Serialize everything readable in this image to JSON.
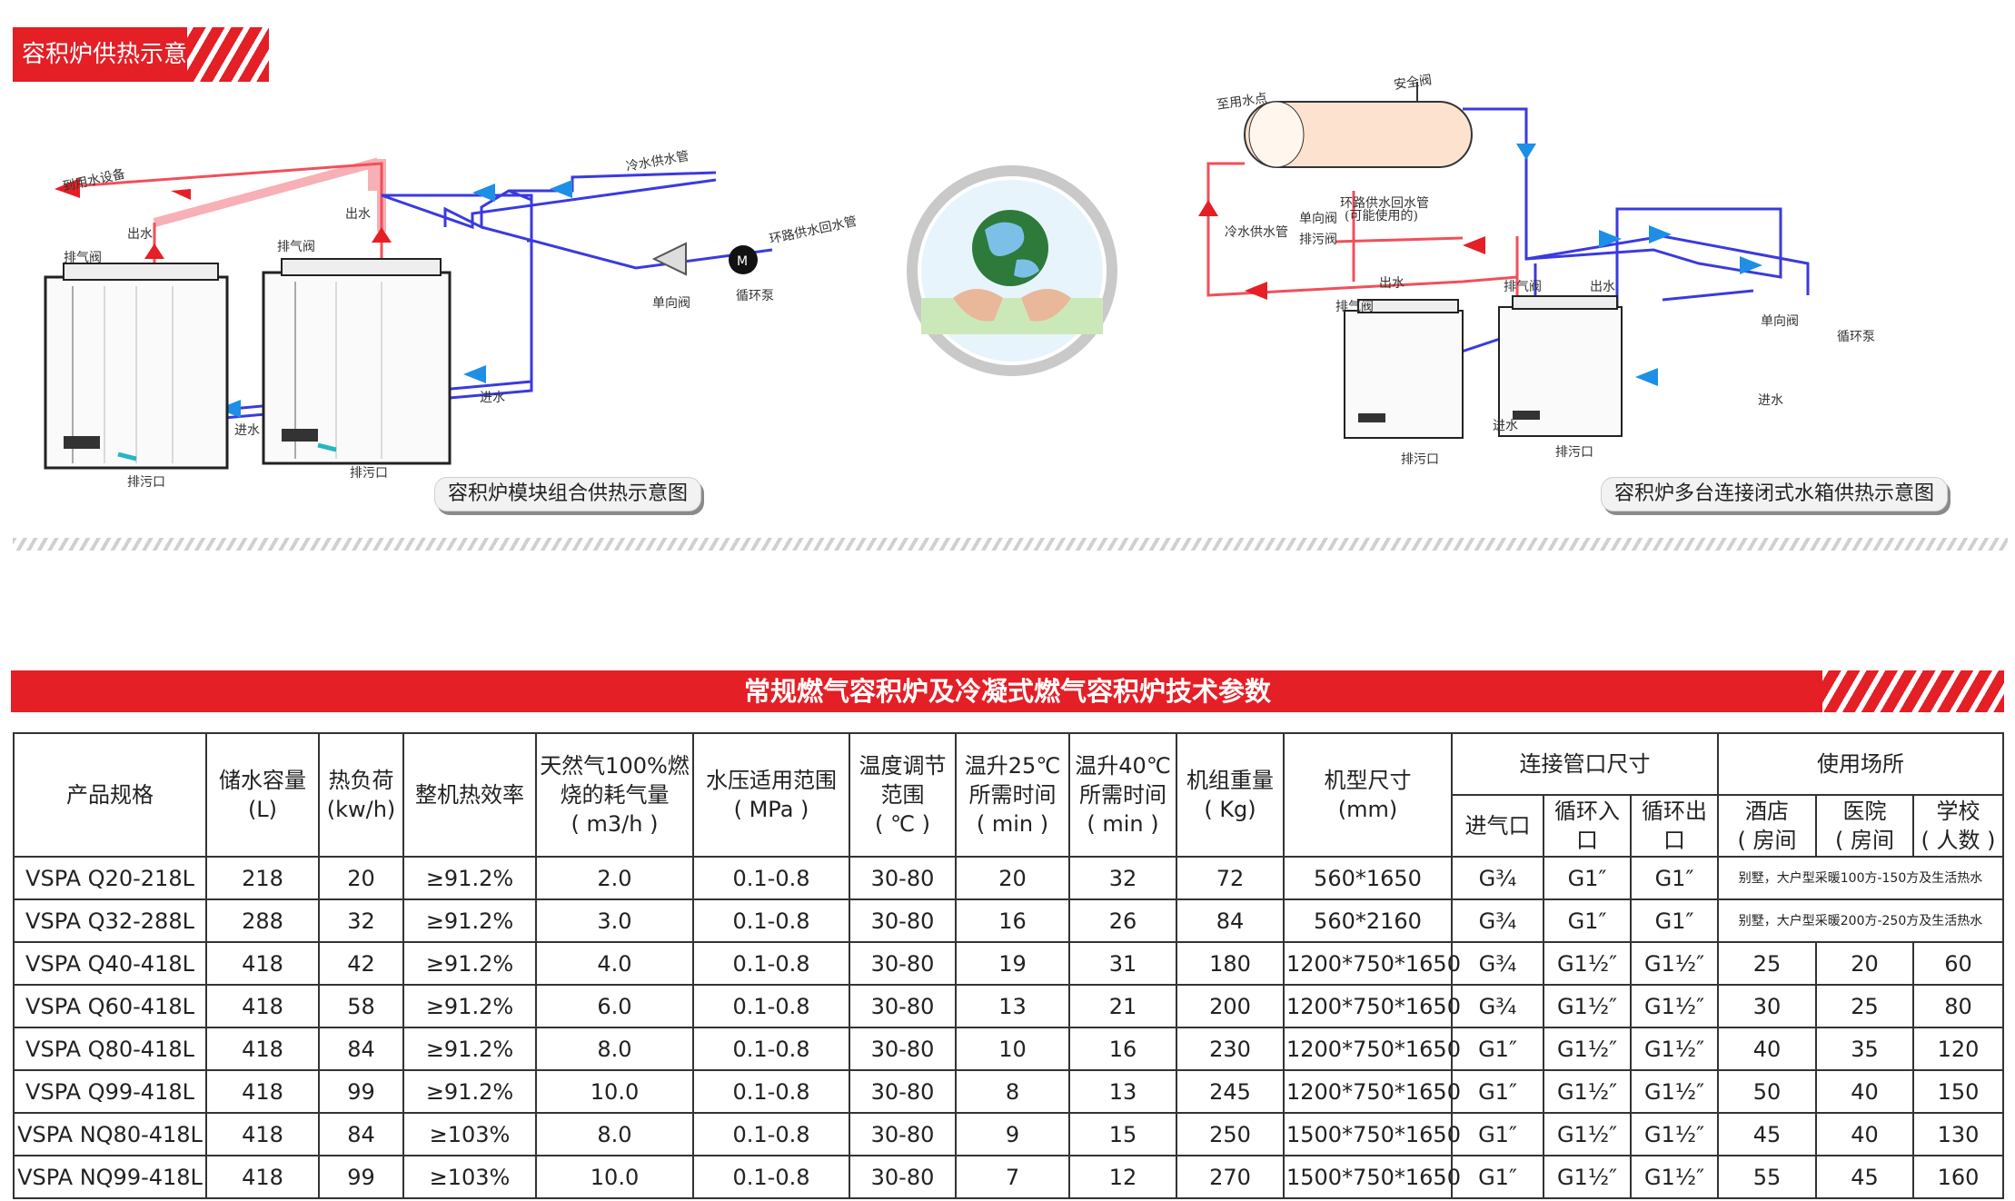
{
  "section": {
    "title": "容积炉供热示意图"
  },
  "left_diagram": {
    "caption": "容积炉模块组合供热示意图",
    "labels": {
      "to_user": "到用水设备",
      "out_water_a": "出水",
      "out_water_b": "出水",
      "vent_a": "排气阀",
      "vent_b": "排气阀",
      "cold_supply": "冷水供水管",
      "loop_return": "环路供水回水管",
      "check_valve": "单向阀",
      "pump": "循环泵",
      "inlet_a": "进水",
      "inlet_b": "进水",
      "drain_a": "排污口",
      "drain_b": "排污口"
    }
  },
  "right_diagram": {
    "caption": "容积炉多台连接闭式水箱供热示意图",
    "labels": {
      "to_point": "至用水点",
      "safety_valve": "安全阀",
      "cold_supply": "冷水供水管",
      "loop_return": "环路供水回水管",
      "loop_return_note": "(可能使用的)",
      "check_valve_top": "单向阀",
      "drain_top": "排污阀",
      "out_water_a": "出水",
      "out_water_b": "出水",
      "vent_a": "排气阀",
      "vent_b": "排气阀",
      "check_valve": "单向阀",
      "pump": "循环泵",
      "inlet_a": "进水",
      "inlet_b": "进水",
      "drain_a": "排污口",
      "drain_b": "排污口"
    }
  },
  "table": {
    "title": "常规燃气容积炉及冷凝式燃气容积炉技术参数",
    "headers": {
      "model": "产品规格",
      "capacity": [
        "储水容量",
        "(L)"
      ],
      "heat_load": [
        "热负荷",
        "(kw/h)"
      ],
      "efficiency": "整机热效率",
      "gas": [
        "天然气100%燃",
        "烧的耗气量",
        "( m3/h )"
      ],
      "pressure": [
        "水压适用范围",
        "( MPa )"
      ],
      "temp": [
        "温度调节",
        "范围",
        "( ℃ )"
      ],
      "t25": [
        "温升25℃",
        "所需时间",
        "( min )"
      ],
      "t40": [
        "温升40℃",
        "所需时间",
        "( min )"
      ],
      "weight": [
        "机组重量",
        "( Kg)"
      ],
      "size": [
        "机型尺寸",
        "(mm)"
      ],
      "pipe_group": "连接管口尺寸",
      "pipe_gas": "进气口",
      "pipe_in": "循环入口",
      "pipe_out": "循环出口",
      "use_group": "使用场所",
      "hotel": [
        "酒店",
        "( 房间"
      ],
      "hospital": [
        "医院",
        "( 房间"
      ],
      "school": [
        "学校",
        "( 人数 )"
      ]
    },
    "rows": [
      {
        "model": "VSPA Q20-218L",
        "capacity": "218",
        "load": "20",
        "eff": "≥91.2%",
        "gas": "2.0",
        "press": "0.1-0.8",
        "temp": "30-80",
        "t25": "20",
        "t40": "32",
        "weight": "72",
        "size": "560*1650",
        "gin": "G¾",
        "cin": "G1″",
        "cout": "G1″",
        "use": "别墅，大户型采暖100方-150方及生活热水"
      },
      {
        "model": "VSPA Q32-288L",
        "capacity": "288",
        "load": "32",
        "eff": "≥91.2%",
        "gas": "3.0",
        "press": "0.1-0.8",
        "temp": "30-80",
        "t25": "16",
        "t40": "26",
        "weight": "84",
        "size": "560*2160",
        "gin": "G¾",
        "cin": "G1″",
        "cout": "G1″",
        "use": "别墅，大户型采暖200方-250方及生活热水"
      },
      {
        "model": "VSPA Q40-418L",
        "capacity": "418",
        "load": "42",
        "eff": "≥91.2%",
        "gas": "4.0",
        "press": "0.1-0.8",
        "temp": "30-80",
        "t25": "19",
        "t40": "31",
        "weight": "180",
        "size": "1200*750*1650",
        "gin": "G¾",
        "cin": "G1½″",
        "cout": "G1½″",
        "hotel": "25",
        "hospital": "20",
        "school": "60"
      },
      {
        "model": "VSPA Q60-418L",
        "capacity": "418",
        "load": "58",
        "eff": "≥91.2%",
        "gas": "6.0",
        "press": "0.1-0.8",
        "temp": "30-80",
        "t25": "13",
        "t40": "21",
        "weight": "200",
        "size": "1200*750*1650",
        "gin": "G¾",
        "cin": "G1½″",
        "cout": "G1½″",
        "hotel": "30",
        "hospital": "25",
        "school": "80"
      },
      {
        "model": "VSPA Q80-418L",
        "capacity": "418",
        "load": "84",
        "eff": "≥91.2%",
        "gas": "8.0",
        "press": "0.1-0.8",
        "temp": "30-80",
        "t25": "10",
        "t40": "16",
        "weight": "230",
        "size": "1200*750*1650",
        "gin": "G1″",
        "cin": "G1½″",
        "cout": "G1½″",
        "hotel": "40",
        "hospital": "35",
        "school": "120"
      },
      {
        "model": "VSPA Q99-418L",
        "capacity": "418",
        "load": "99",
        "eff": "≥91.2%",
        "gas": "10.0",
        "press": "0.1-0.8",
        "temp": "30-80",
        "t25": "8",
        "t40": "13",
        "weight": "245",
        "size": "1200*750*1650",
        "gin": "G1″",
        "cin": "G1½″",
        "cout": "G1½″",
        "hotel": "50",
        "hospital": "40",
        "school": "150"
      },
      {
        "model": "VSPA NQ80-418L",
        "capacity": "418",
        "load": "84",
        "eff": "≥103%",
        "gas": "8.0",
        "press": "0.1-0.8",
        "temp": "30-80",
        "t25": "9",
        "t40": "15",
        "weight": "250",
        "size": "1500*750*1650",
        "gin": "G1″",
        "cin": "G1½″",
        "cout": "G1½″",
        "hotel": "45",
        "hospital": "40",
        "school": "130"
      },
      {
        "model": "VSPA NQ99-418L",
        "capacity": "418",
        "load": "99",
        "eff": "≥103%",
        "gas": "10.0",
        "press": "0.1-0.8",
        "temp": "30-80",
        "t25": "7",
        "t40": "12",
        "weight": "270",
        "size": "1500*750*1650",
        "gin": "G1″",
        "cin": "G1½″",
        "cout": "G1½″",
        "hotel": "55",
        "hospital": "45",
        "school": "160"
      }
    ]
  },
  "colors": {
    "accent": "#e41f26",
    "hot_pipe": "#f0505a",
    "cold_pipe": "#3a3ae0",
    "arrow_cold": "#1e8fe6"
  }
}
